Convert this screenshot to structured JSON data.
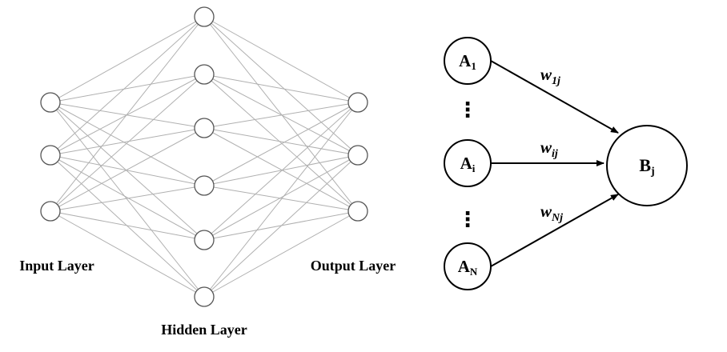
{
  "network": {
    "input_label": "Input Layer",
    "hidden_label": "Hidden Layer",
    "output_label": "Output Layer",
    "input_nodes": 3,
    "hidden_nodes": 6,
    "output_nodes": 3,
    "node_stroke": "#555555",
    "edge_color": "#b0b0b0"
  },
  "neuron": {
    "inputs": [
      {
        "main": "A",
        "sub": "1"
      },
      {
        "main": "A",
        "sub": "i"
      },
      {
        "main": "A",
        "sub": "N"
      }
    ],
    "output": {
      "main": "B",
      "sub": "j"
    },
    "weights": [
      {
        "main": "w",
        "sub": "1j"
      },
      {
        "main": "w",
        "sub": "ij"
      },
      {
        "main": "w",
        "sub": "Nj"
      }
    ],
    "ellipsis": "⋮"
  }
}
